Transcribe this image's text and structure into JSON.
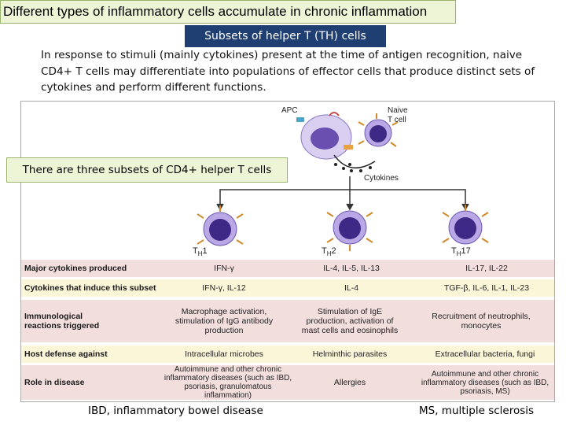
{
  "header": {
    "title": "Different types of inflammatory cells accumulate in chronic inflammation",
    "subset_title": "Subsets of helper T (TH) cells",
    "intro": "In response to stimuli (mainly cytokines) present at the time of antigen recognition, naive CD4+ T cells may differentiate into populations of effector cells that produce distinct sets of cytokines and perform different functions.",
    "callout": "There are three subsets of CD4+ helper T cells"
  },
  "figure": {
    "apc_label": "APC",
    "naive_label_1": "Naive",
    "naive_label_2": "T cell",
    "cytokines_label": "Cytokines",
    "subsets": [
      {
        "prefix": "T",
        "sub": "H",
        "suffix": "1"
      },
      {
        "prefix": "T",
        "sub": "H",
        "suffix": "2"
      },
      {
        "prefix": "T",
        "sub": "H",
        "suffix": "17"
      }
    ],
    "rows": [
      {
        "header": "Major cytokines produced",
        "cells": [
          "IFN-γ",
          "IL-4, IL-5, IL-13",
          "IL-17, IL-22"
        ]
      },
      {
        "header": "Cytokines that induce this subset",
        "cells": [
          "IFN-γ, IL-12",
          "IL-4",
          "TGF-β, IL-6, IL-1, IL-23"
        ]
      },
      {
        "header": "Immunological reactions triggered",
        "cells": [
          "Macrophage activation, stimulation of IgG antibody production",
          "Stimulation of IgE production, activation of mast cells and eosinophils",
          "Recruitment of neutrophils, monocytes"
        ]
      },
      {
        "header": "Host defense against",
        "cells": [
          "Intracellular microbes",
          "Helminthic parasites",
          "Extracellular bacteria, fungi"
        ]
      },
      {
        "header": "Role in disease",
        "cells": [
          "Autoimmune and other chronic inflammatory diseases (such as IBD, psoriasis, granulomatous inflammation)",
          "Allergies",
          "Autoimmune and other chronic inflammatory diseases (such as IBD, psoriasis, MS)"
        ]
      }
    ],
    "colors": {
      "row_even": "#f3dede",
      "row_odd": "#fbf6d8",
      "cell_fill": "#7b5cb5",
      "nucleus": "#3e2a86"
    }
  },
  "footer": {
    "left": "IBD, inflammatory bowel disease",
    "right": "MS, multiple sclerosis"
  }
}
